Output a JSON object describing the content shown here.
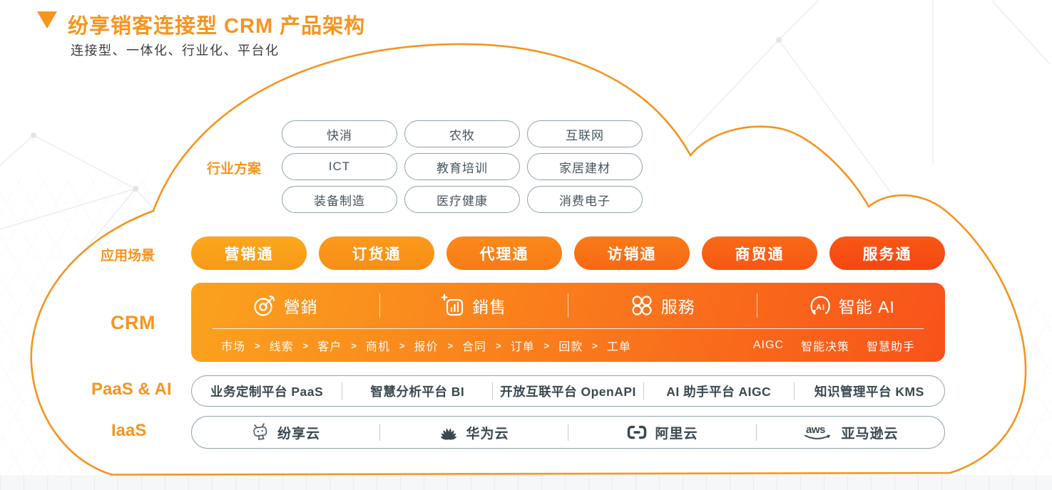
{
  "header": {
    "marker_icon": "triangle-down-icon",
    "title": "纷享销客连接型 CRM 产品架构",
    "subtitle": "连接型、一体化、行业化、平台化"
  },
  "industry": {
    "label": "行业方案",
    "items": [
      "快消",
      "农牧",
      "互联网",
      "ICT",
      "教育培训",
      "家居建材",
      "装备制造",
      "医疗健康",
      "消费电子"
    ]
  },
  "scenarios": {
    "label": "应用场景",
    "items": [
      "营销通",
      "订货通",
      "代理通",
      "访销通",
      "商贸通",
      "服务通"
    ]
  },
  "crm": {
    "label": "CRM",
    "modules": [
      {
        "icon": "target-marketing-icon",
        "label": "營銷"
      },
      {
        "icon": "sales-chart-icon",
        "label": "銷售"
      },
      {
        "icon": "service-clover-icon",
        "label": "服務"
      },
      {
        "icon": "ai-head-icon",
        "label": "智能 AI",
        "icon_text": "AI"
      }
    ],
    "flow": [
      "市场",
      "线索",
      "客户",
      "商机",
      "报价",
      "合同",
      "订单",
      "回款",
      "工单"
    ],
    "flow_sep": ">",
    "ai_items": [
      "AIGC",
      "智能决策",
      "智慧助手"
    ]
  },
  "paas": {
    "label": "PaaS & AI",
    "items": [
      "业务定制平台 PaaS",
      "智慧分析平台 BI",
      "开放互联平台 OpenAPI",
      "AI 助手平台 AIGC",
      "知识管理平台 KMS"
    ]
  },
  "iaas": {
    "label": "IaaS",
    "items": [
      {
        "icon": "fxiaoke-robot-icon",
        "label": "纷享云"
      },
      {
        "icon": "huawei-flower-icon",
        "label": "华为云"
      },
      {
        "icon": "alibaba-bracket-icon",
        "label": "阿里云"
      },
      {
        "icon": "aws-smile-icon",
        "label": "亚马逊云",
        "icon_text": "aws"
      }
    ]
  },
  "colors": {
    "accent_orange": "#F7941E",
    "cloud_outline": "#F5941F",
    "crm_gradient_start": "#FBA21E",
    "crm_gradient_end": "#F8531A",
    "scenario_gradient_first": "#FCA71D",
    "scenario_gradient_last": "#F64612",
    "pill_border_gray": "#8FA3AD",
    "dark_text": "#3A4850"
  }
}
